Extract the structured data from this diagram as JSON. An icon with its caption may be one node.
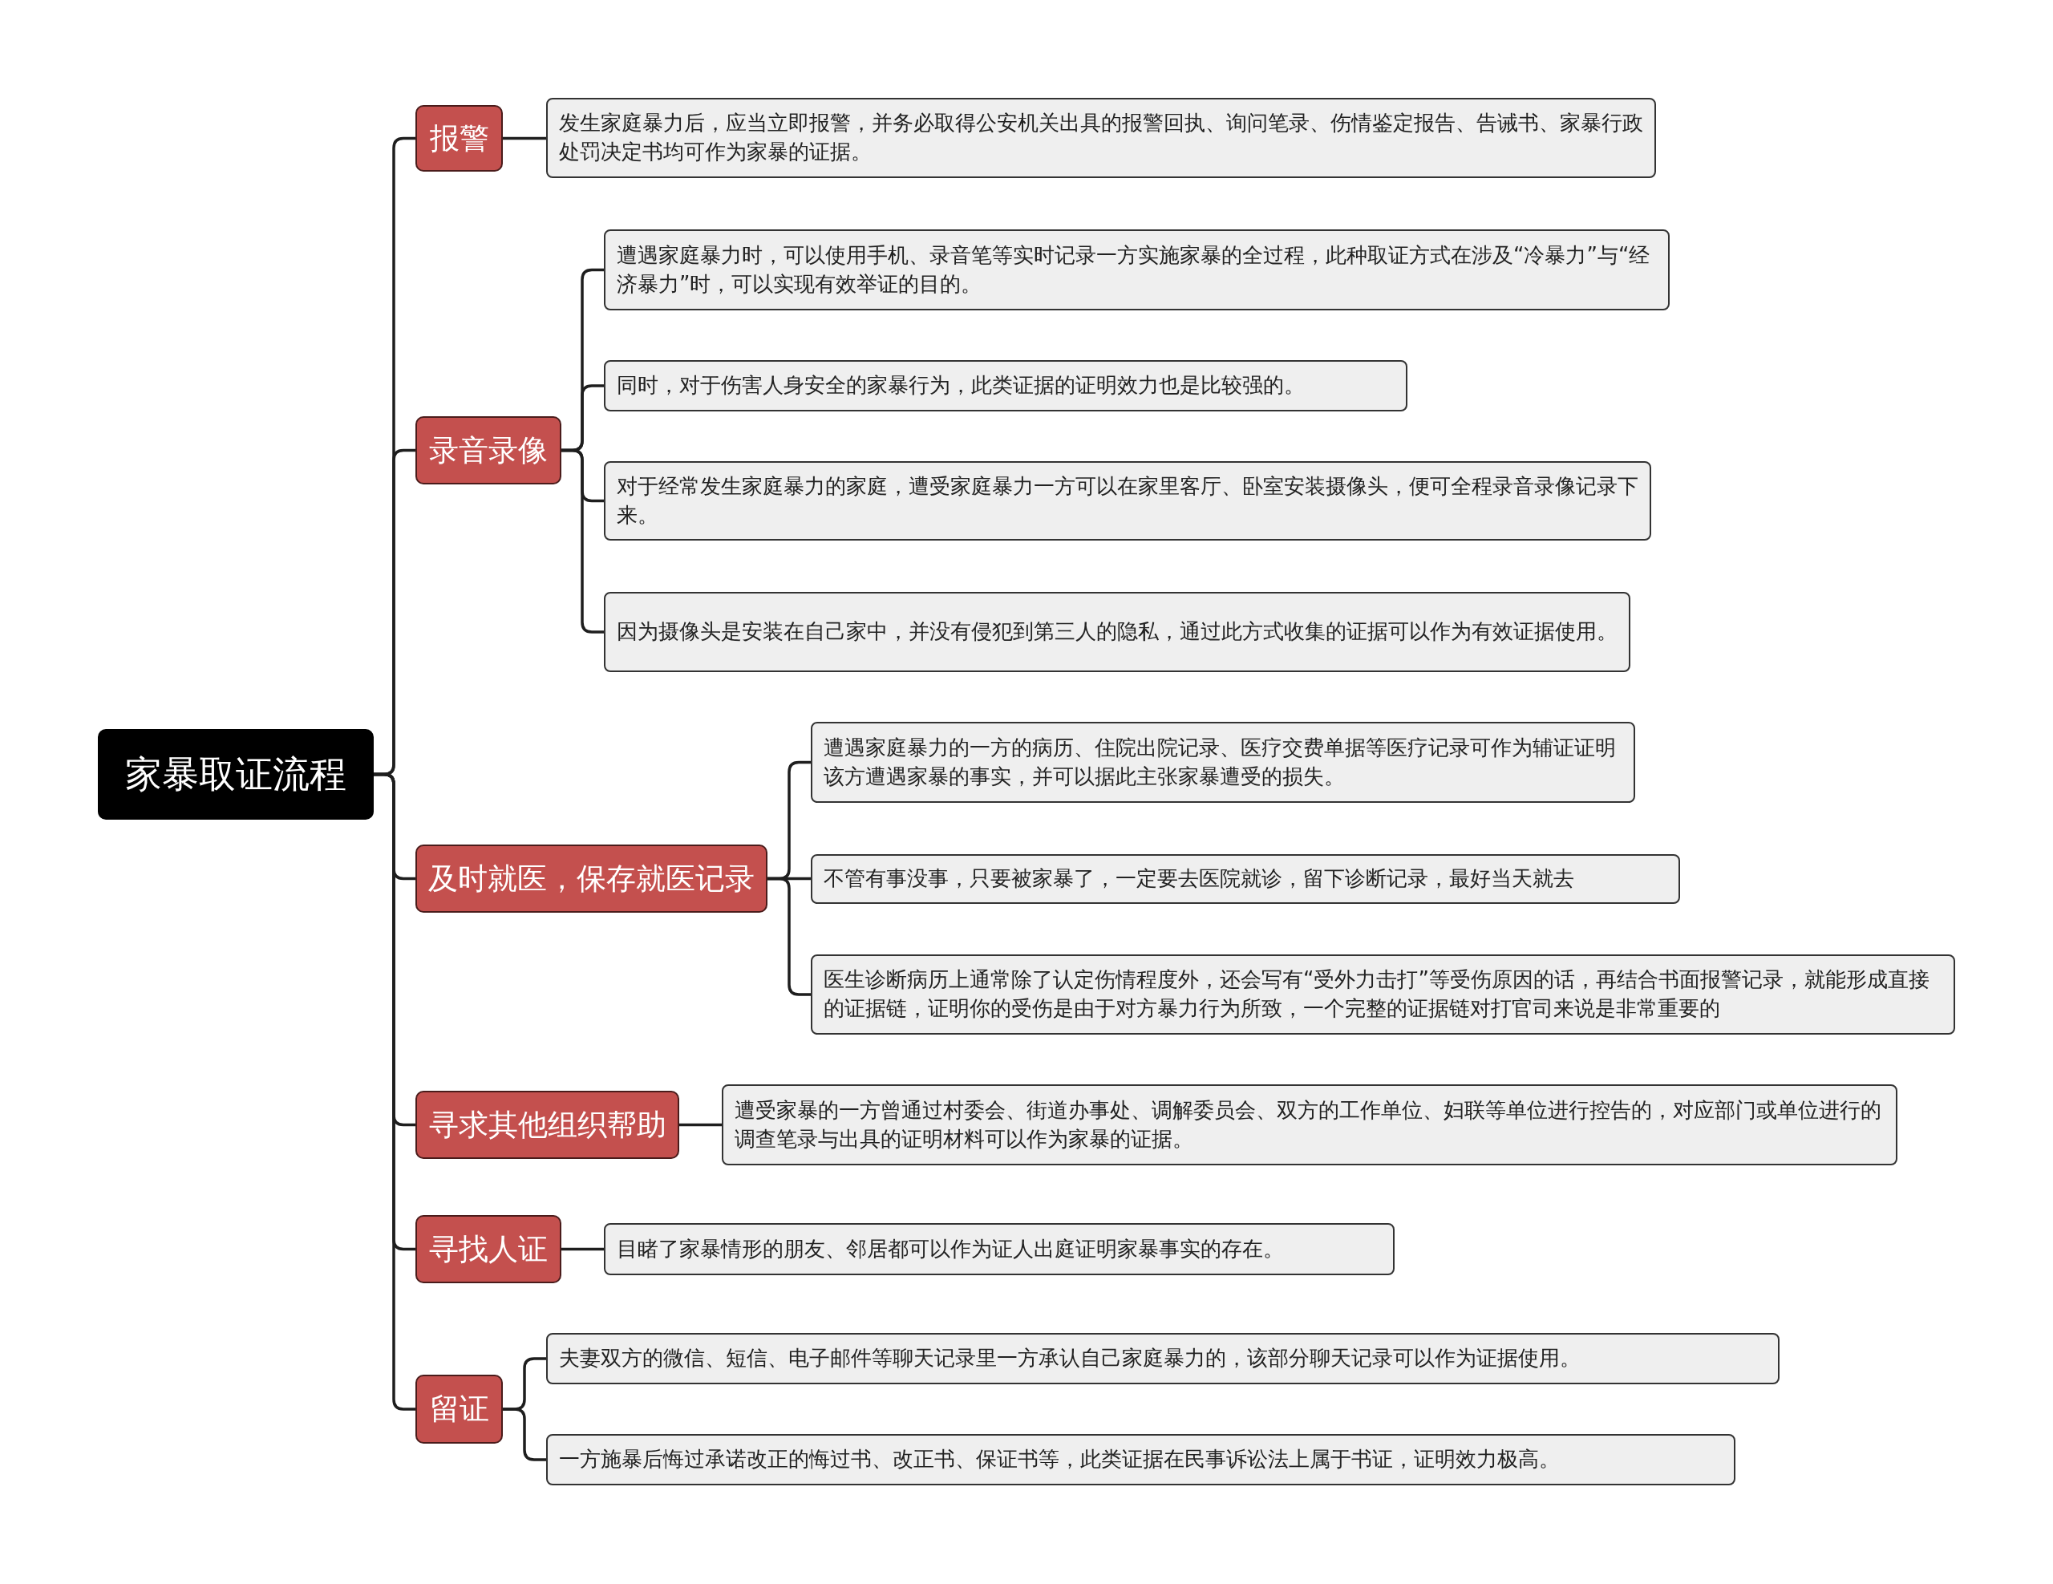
{
  "diagram": {
    "nodes": [
      {
        "text": [
          "家暴取证流程"
        ]
      },
      {
        "text": [
          "报警"
        ]
      },
      {
        "text": [
          "发生家庭暴力后，应当立即报警，并务必取得公安机关出具的报警回执、询问笔录、伤情鉴定报告、告诫书、家暴行政处罚决定书均可作为家暴的证据。"
        ]
      },
      {
        "text": [
          "录音录像"
        ]
      },
      {
        "text": [
          "遭遇家庭暴力时，可以使用手机、录音笔等实时记录一方实施家暴的全过程，此种取证方式在涉及“冷暴力”与“经济暴力”时，可以实现有效举证的目的。"
        ]
      },
      {
        "text": [
          "同时，对于伤害人身安全的家暴行为，此类证据的证明效力也是比较强的。"
        ]
      },
      {
        "text": [
          "对于经常发生家庭暴力的家庭，遭受家庭暴力一方可以在家里客厅、卧室安装摄像头，便可全程录音录像记录下来。"
        ]
      },
      {
        "text": [
          "因为摄像头是安装在自己家中，并没有侵犯到第三人的隐私，通过此方式收集的证据可以作为有效证据使用。"
        ]
      },
      {
        "text": [
          "及时就医，保存就医记录"
        ]
      },
      {
        "text": [
          "遭遇家庭暴力的一方的病历、住院出院记录、医疗交费单据等医疗记录可作为辅证证明该方遭遇家暴的事实，并可以据此主张家暴遭受的损失。"
        ]
      },
      {
        "text": [
          "不管有事没事，只要被家暴了，一定要去医院就诊，留下诊断记录，最好当天就去"
        ]
      },
      {
        "text": [
          "医生诊断病历上通常除了认定伤情程度外，还会写有“受外力击打”等受伤原因的话，再结合书面报警记录，就能形成直接的证据链，证明你的受伤是由于对方暴力行为所致，一个完整的证据链对打官司来说是非常重要的"
        ]
      },
      {
        "text": [
          "寻求其他组织帮助"
        ]
      },
      {
        "text": [
          "遭受家暴的一方曾通过村委会、街道办事处、调解委员会、双方的工作单位、妇联等单位进行控告的，对应部门或单位进行的调查笔录与出具的证明材料可以作为家暴的证据。"
        ]
      },
      {
        "text": [
          "寻找人证"
        ]
      },
      {
        "text": [
          "目睹了家暴情形的朋友、邻居都可以作为证人出庭证明家暴事实的存在。"
        ]
      },
      {
        "text": [
          "留证"
        ]
      },
      {
        "text": [
          "夫妻双方的微信、短信、电子邮件等聊天记录里一方承认自己家庭暴力的，该部分聊天记录可以作为证据使用。"
        ]
      },
      {
        "text": [
          "一方施暴后悔过承诺改正的悔过书、改正书、保证书等，此类证据在民事诉讼法上属于书证，证明效力极高。"
        ]
      }
    ],
    "edges": [
      {
        "from": 0,
        "to": 1,
        "arrow": "none"
      },
      {
        "from": 0,
        "to": 3,
        "arrow": "none"
      },
      {
        "from": 0,
        "to": 8,
        "arrow": "none"
      },
      {
        "from": 0,
        "to": 12,
        "arrow": "none"
      },
      {
        "from": 0,
        "to": 14,
        "arrow": "none"
      },
      {
        "from": 0,
        "to": 16,
        "arrow": "none"
      },
      {
        "from": 1,
        "to": 2,
        "arrow": "none"
      },
      {
        "from": 3,
        "to": 4,
        "arrow": "none"
      },
      {
        "from": 3,
        "to": 5,
        "arrow": "none"
      },
      {
        "from": 3,
        "to": 6,
        "arrow": "none"
      },
      {
        "from": 3,
        "to": 7,
        "arrow": "none"
      },
      {
        "from": 8,
        "to": 9,
        "arrow": "none"
      },
      {
        "from": 8,
        "to": 10,
        "arrow": "none"
      },
      {
        "from": 8,
        "to": 11,
        "arrow": "none"
      },
      {
        "from": 12,
        "to": 13,
        "arrow": "none"
      },
      {
        "from": 14,
        "to": 15,
        "arrow": "none"
      },
      {
        "from": 16,
        "to": 17,
        "arrow": "none"
      },
      {
        "from": 16,
        "to": 18,
        "arrow": "none"
      }
    ]
  }
}
